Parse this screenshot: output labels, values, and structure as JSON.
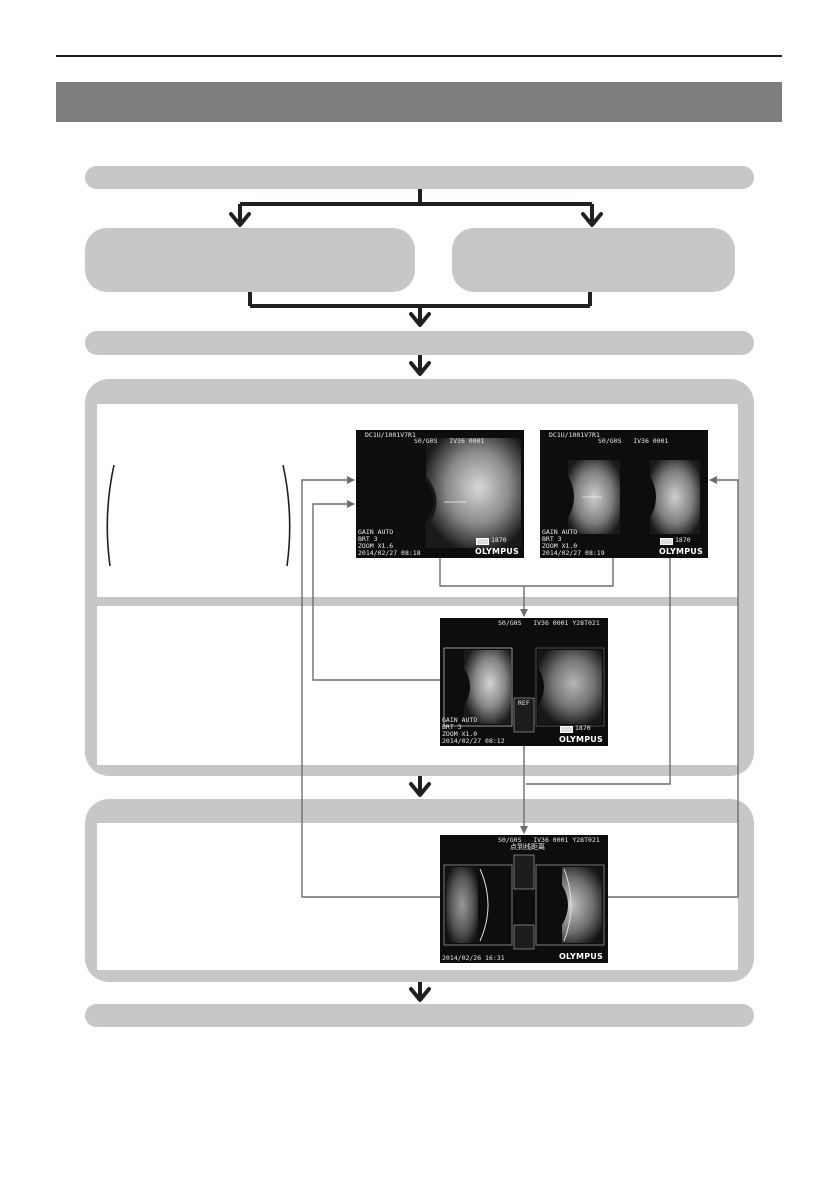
{
  "colors": {
    "title_bar": "#7d7d7d",
    "box_fill": "#c7c7c7",
    "line": "#231f20",
    "connector": "#6e6e6e"
  },
  "screens": {
    "live_left": {
      "path": "DC1U/1001V7R1",
      "header": "S0/G0S   IV36 0001",
      "gain": "GAIN AUTO",
      "brt": "BRT 3",
      "zoom": "ZOOM X1.6",
      "date": "2014/02/27 08:18",
      "count": "1870",
      "logo": "OLYMPUS"
    },
    "live_right": {
      "path": "DC1U/1001V7R1",
      "header": "S0/G0S   IV36 0001",
      "gain": "GAIN AUTO",
      "brt": "BRT 3",
      "zoom": "ZOOM X1.0",
      "date": "2014/02/27 08:19",
      "count": "1870",
      "logo": "OLYMPUS"
    },
    "measure": {
      "header": "S0/G0S   IV36 0001 Y28T021",
      "ref": "REF",
      "gain": "GAIN AUTO",
      "brt": "BRT 3",
      "zoom": "ZOOM X1.0",
      "date": "2014/02/27 08:12",
      "count": "1870",
      "logo": "OLYMPUS"
    },
    "result": {
      "header": "S0/G0S   IV36 0001 Y28T021",
      "subtitle": "点到线距离",
      "date": "2014/02/26 16:31",
      "logo": "OLYMPUS"
    }
  }
}
